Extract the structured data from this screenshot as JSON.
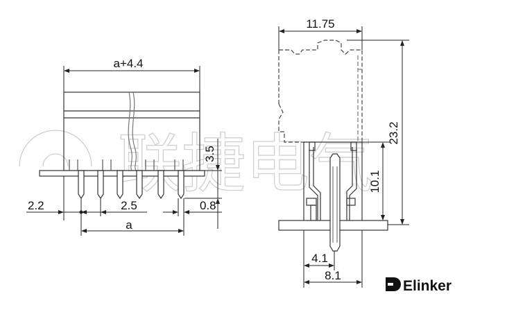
{
  "dimensions": {
    "front_width": "a+4.4",
    "pin_pitch": "2.5",
    "edge_offset": "2.2",
    "pin_width": "0.8",
    "pin_span": "a",
    "pin_length": "3.5",
    "side_depth": "11.75",
    "total_height": "23.2",
    "body_height": "10.1",
    "pin_offset": "4.1",
    "base_depth": "8.1"
  },
  "watermark": {
    "text": "联捷电气"
  },
  "brand": {
    "name": "Elinker",
    "logo_icon": "elinker-logo-icon"
  },
  "colors": {
    "line": "#333333",
    "watermark": "#cfcfcf"
  }
}
